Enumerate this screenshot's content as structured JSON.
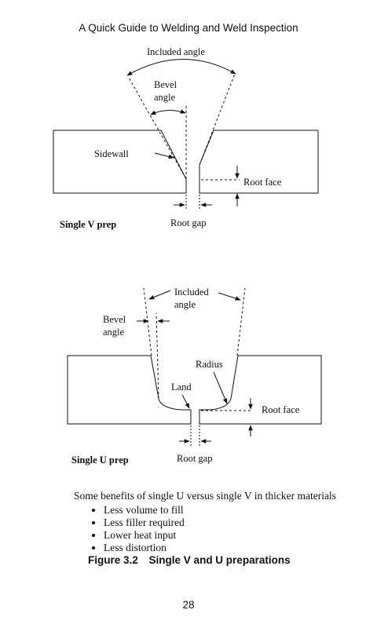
{
  "header": {
    "title": "A Quick Guide to Welding and Weld Inspection"
  },
  "single_v": {
    "included_angle": "Included angle",
    "bevel_angle_1": "Bevel",
    "bevel_angle_2": "angle",
    "sidewall": "Sidewall",
    "root_face": "Root face",
    "root_gap": "Root gap",
    "caption": "Single V prep"
  },
  "single_u": {
    "included_angle_1": "Included",
    "included_angle_2": "angle",
    "bevel_angle_1": "Bevel",
    "bevel_angle_2": "angle",
    "radius": "Radius",
    "land": "Land",
    "root_face": "Root face",
    "root_gap": "Root gap",
    "caption": "Single U prep"
  },
  "benefits": {
    "intro": "Some benefits of single U versus single V in thicker materials",
    "items": [
      "Less volume to fill",
      "Less filler required",
      "Lower heat input",
      "Less distortion"
    ]
  },
  "figure": {
    "number": "Figure 3.2",
    "title": "Single V and U preparations"
  },
  "page_number": "28"
}
